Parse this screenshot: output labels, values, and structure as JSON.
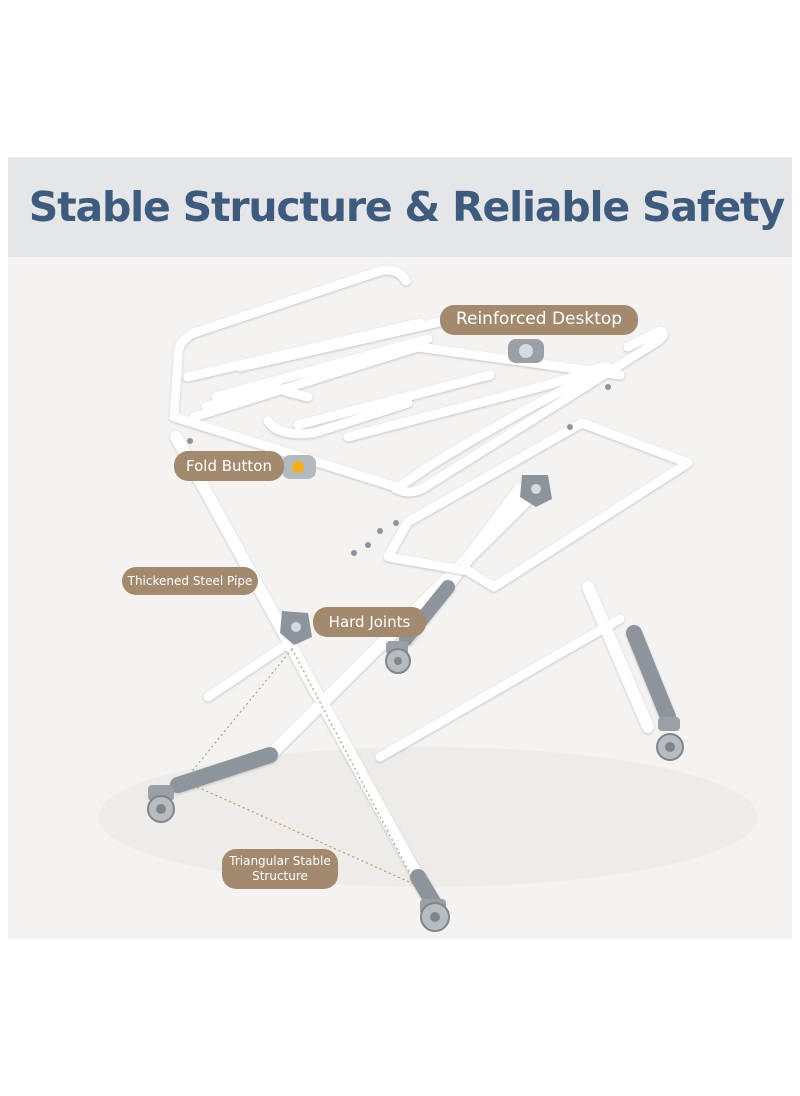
{
  "headline": "Stable Structure & Reliable Safety",
  "callouts": {
    "reinforced_desktop": "Reinforced Desktop",
    "fold_button": "Fold Button",
    "thickened_steel_pipe": "Thickened Steel Pipe",
    "hard_joints": "Hard Joints",
    "triangular_stable_structure": "Triangular Stable Structure"
  },
  "colors": {
    "banner_background": "#e4e6e9",
    "headline_text": "#3e5b7d",
    "callout_background": "#a38a6f",
    "callout_text": "#ffffff",
    "photo_background": "#f5f3f1",
    "frame_white": "#ffffff",
    "joint_gray": "#9aa0a6",
    "fold_button_accent": "#f2b01e"
  }
}
